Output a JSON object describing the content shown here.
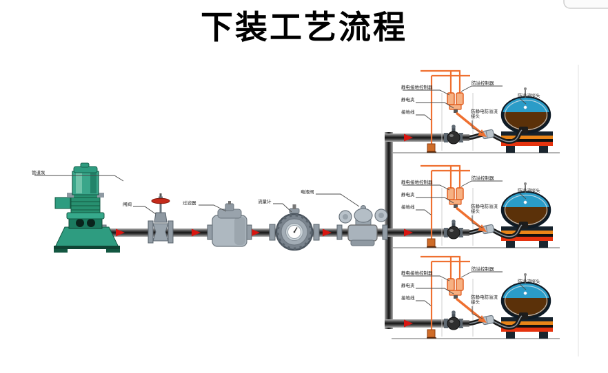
{
  "title": "下装工艺流程",
  "equipment_labels": {
    "pump": "管道泵",
    "gate_valve": "闸阀",
    "filter": "过滤器",
    "flow_meter": "流量计",
    "control_valve": "电液阀"
  },
  "tank_unit_labels": {
    "grounding_controller": "静电接地控制器",
    "static_clamp": "静电夹",
    "grounding_wire": "接地线",
    "overfill_controller": "防溢控制器",
    "overfill_probe": "防溢流探头",
    "coupling_label_line1": "防静电防溢流",
    "coupling_label_line2": "接头"
  },
  "tank_units_count": "3",
  "colors": {
    "arrow_red": "#d81510",
    "pipe_dark": "#262626",
    "pump_green": "#3aa68a",
    "line_orange": "#ef7030",
    "cylinder_orange": "#f6b183",
    "tank_blue": "#2a9cc8",
    "tank_brown": "#5b3109",
    "stripe_orange": "#ea8518",
    "stripe_red": "#e5330e",
    "handwheel_red": "#c42a1a"
  }
}
